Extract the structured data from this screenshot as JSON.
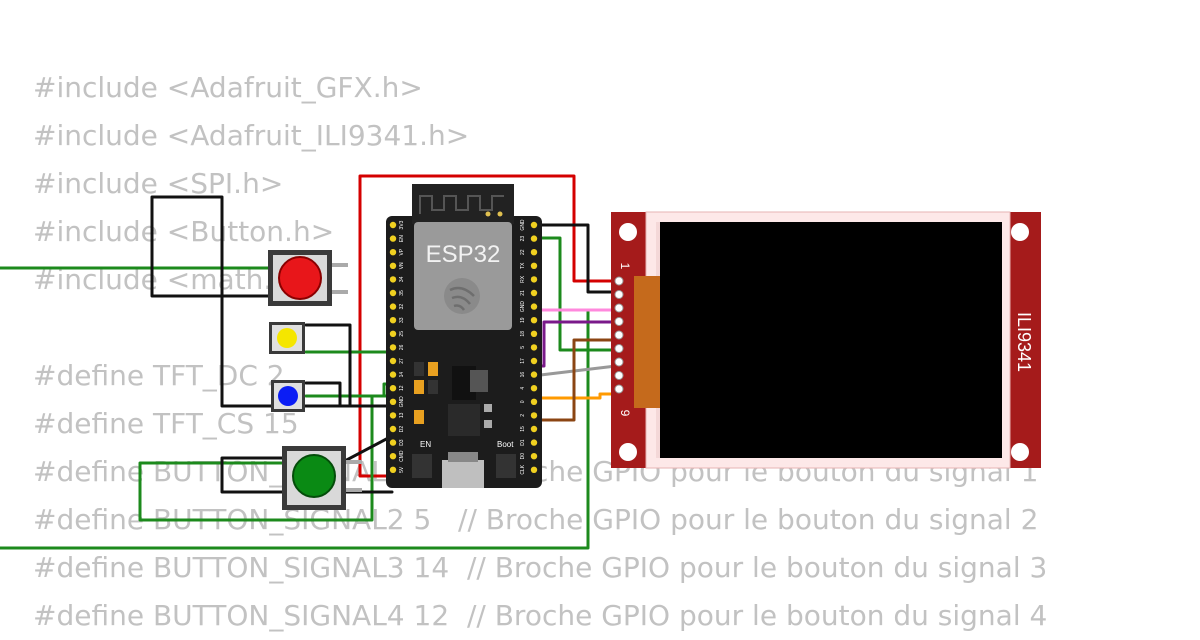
{
  "code": {
    "lines": [
      "#include <Adafruit_GFX.h>",
      "#include <Adafruit_ILI9341.h>",
      "#include <SPI.h>",
      "#include <Button.h>",
      "#include <math.h>",
      "",
      "#define TFT_DC 2",
      "#define TFT_CS 15",
      "#define BUTTON_SIGNAL1 4   // Broche GPIO pour le bouton du signal 1",
      "#define BUTTON_SIGNAL2 5   // Broche GPIO pour le bouton du signal 2",
      "#define BUTTON_SIGNAL3 14  // Broche GPIO pour le bouton du signal 3",
      "#define BUTTON_SIGNAL4 12  // Broche GPIO pour le bouton du signal 4"
    ]
  },
  "esp32": {
    "label": "ESP32",
    "en_label": "EN",
    "boot_label": "Boot",
    "left_pins": [
      "3V3",
      "EN",
      "VP",
      "VN",
      "34",
      "35",
      "32",
      "33",
      "25",
      "26",
      "27",
      "14",
      "12",
      "GND",
      "13",
      "D2",
      "D3",
      "CMD",
      "5V"
    ],
    "right_pins": [
      "GND",
      "23",
      "22",
      "TX",
      "RX",
      "21",
      "GND",
      "19",
      "18",
      "5",
      "17",
      "16",
      "4",
      "0",
      "2",
      "15",
      "D1",
      "D0",
      "CLK"
    ]
  },
  "display": {
    "label": "ILI9341",
    "pin_first": "1",
    "pin_last": "9"
  },
  "buttons": {
    "red": "#e8161a",
    "yellow": "#f5e600",
    "blue": "#0b1df5",
    "green": "#0a8a14"
  },
  "wire_colors": {
    "red": "#d40000",
    "black": "#111111",
    "green": "#1c8a1c",
    "purple": "#7a1a8a",
    "orange": "#ff9a00",
    "pink": "#ff88dd",
    "brown": "#8b4513",
    "gray": "#999999"
  }
}
